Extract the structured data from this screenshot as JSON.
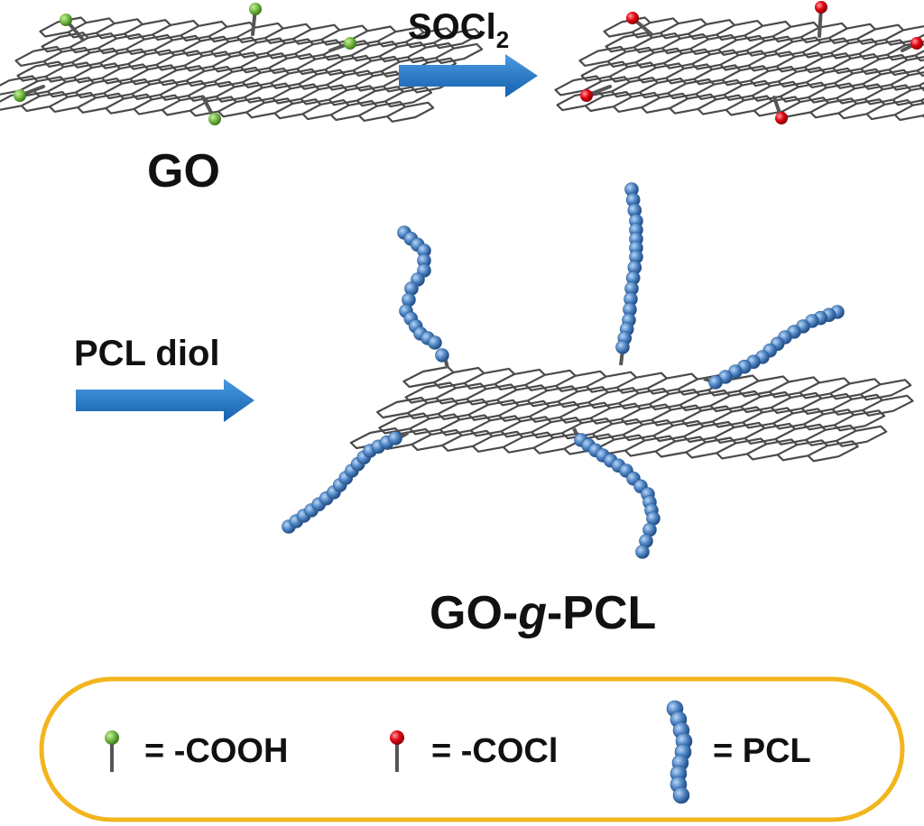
{
  "labels": {
    "go": "GO",
    "reagent_1_main": "SOCl",
    "reagent_1_sub": "2",
    "reagent_2": "PCL diol",
    "product_prefix": "GO-",
    "product_italic": "g",
    "product_suffix": "-PCL"
  },
  "legend": {
    "items": [
      {
        "symbol": "green-ball-stick-icon",
        "text": "= -COOH"
      },
      {
        "symbol": "red-ball-stick-icon",
        "text": "= -COCl"
      },
      {
        "symbol": "blue-bead-chain-icon",
        "text": "= PCL"
      }
    ]
  },
  "colors": {
    "cooh_group": "#6db33f",
    "cocl_group": "#e00010",
    "pcl_chain": "#4f86c6",
    "arrow": "#1f78c8",
    "lattice": "#4a4a4a",
    "legend_border": "#f2b51d"
  }
}
